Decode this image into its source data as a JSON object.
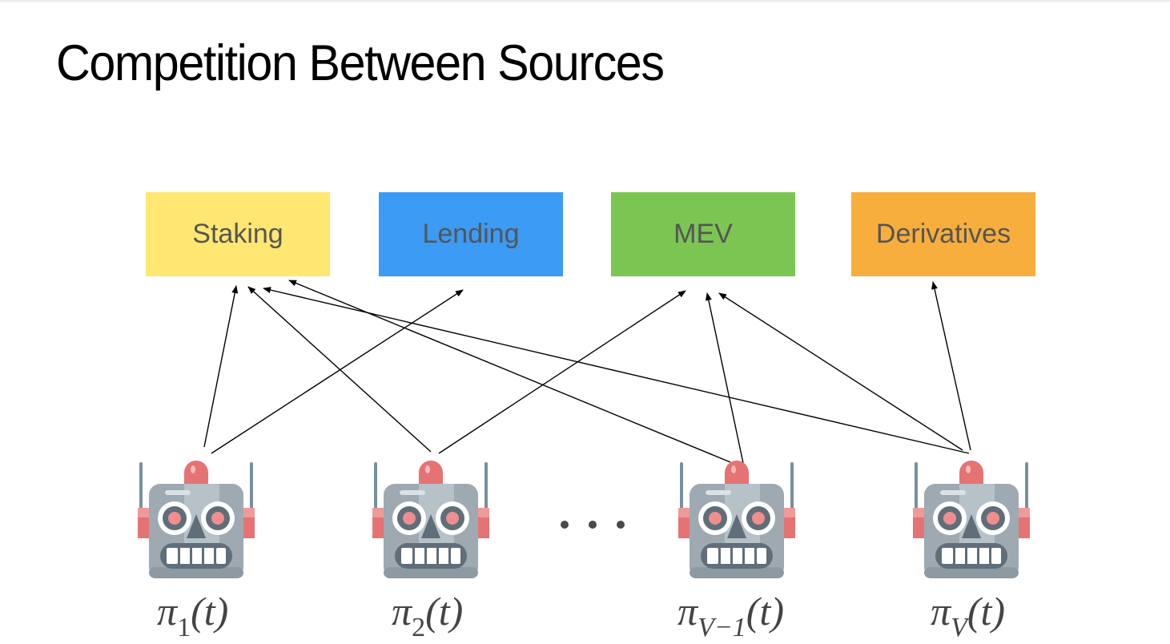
{
  "slide": {
    "title": "Competition Between Sources"
  },
  "sources": [
    {
      "id": "staking",
      "label": "Staking",
      "color": "#FFE772"
    },
    {
      "id": "lending",
      "label": "Lending",
      "color": "#3B9BF5"
    },
    {
      "id": "mev",
      "label": "MEV",
      "color": "#7BC652"
    },
    {
      "id": "derivatives",
      "label": "Derivatives",
      "color": "#F7AE3D"
    }
  ],
  "agents": [
    {
      "id": "agent-1",
      "symbol": "π",
      "subscript": "1",
      "arg": "(t)",
      "icon": "robot-face-icon"
    },
    {
      "id": "agent-2",
      "symbol": "π",
      "subscript": "2",
      "arg": "(t)",
      "icon": "robot-face-icon"
    },
    {
      "id": "agent-v-minus-1",
      "symbol": "π",
      "subscript": "V−1",
      "arg": "(t)",
      "icon": "robot-face-icon"
    },
    {
      "id": "agent-v",
      "symbol": "π",
      "subscript": "V",
      "arg": "(t)",
      "icon": "robot-face-icon"
    }
  ],
  "ellipsis": "…",
  "edges": [
    {
      "from": "agent-1",
      "to": "staking"
    },
    {
      "from": "agent-1",
      "to": "lending"
    },
    {
      "from": "agent-2",
      "to": "staking"
    },
    {
      "from": "agent-2",
      "to": "mev"
    },
    {
      "from": "agent-v-minus-1",
      "to": "staking"
    },
    {
      "from": "agent-v-minus-1",
      "to": "mev"
    },
    {
      "from": "agent-v",
      "to": "staking"
    },
    {
      "from": "agent-v",
      "to": "mev"
    },
    {
      "from": "agent-v",
      "to": "derivatives"
    }
  ],
  "colors": {
    "arrow": "#000000",
    "label_text": "#555555"
  }
}
